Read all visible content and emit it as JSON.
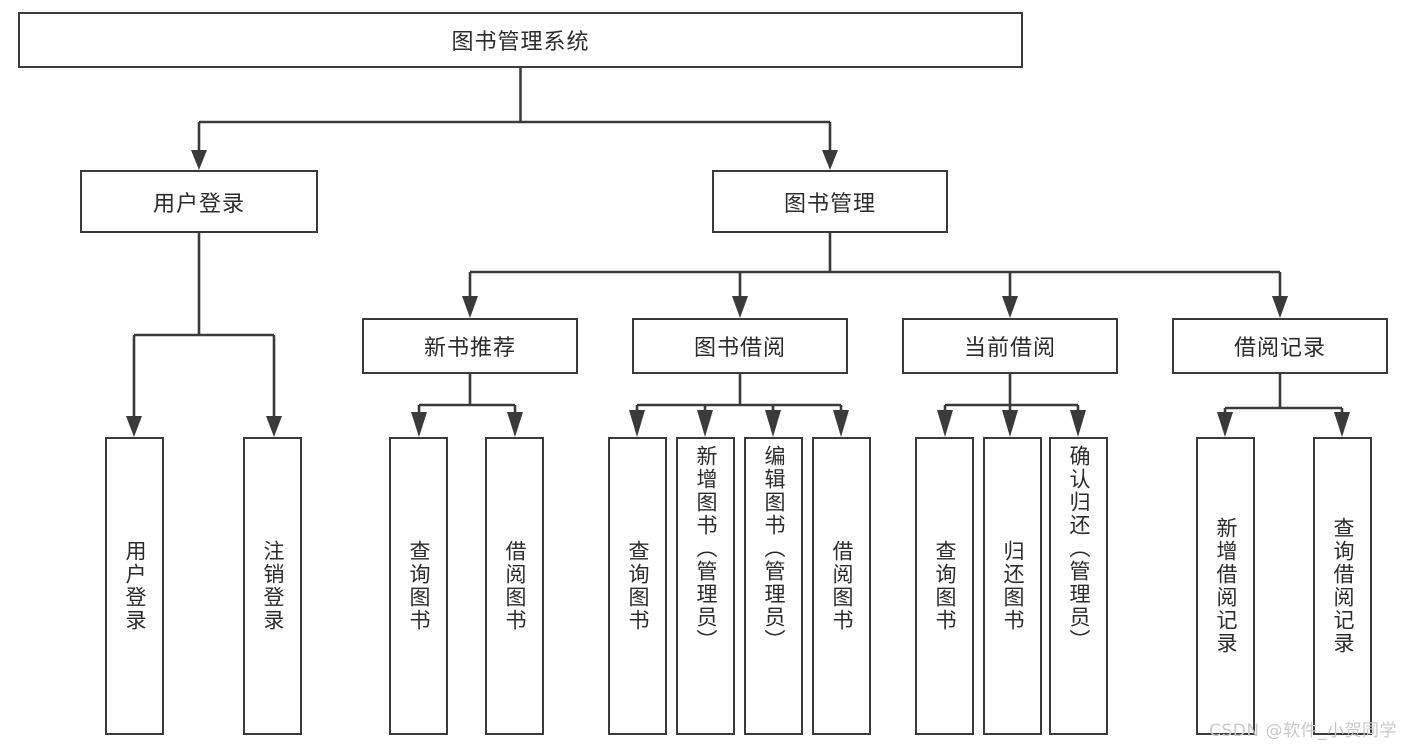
{
  "diagram": {
    "type": "tree-hierarchy-flowchart",
    "root": {
      "id": "root",
      "label": "图书管理系统"
    },
    "level1": [
      {
        "id": "user-login",
        "label": "用户登录"
      },
      {
        "id": "book-management",
        "label": "图书管理"
      }
    ],
    "level2": [
      {
        "id": "new-book-recommend",
        "label": "新书推荐",
        "parent": "book-management"
      },
      {
        "id": "book-borrow",
        "label": "图书借阅",
        "parent": "book-management"
      },
      {
        "id": "current-borrow",
        "label": "当前借阅",
        "parent": "book-management"
      },
      {
        "id": "borrow-record",
        "label": "借阅记录",
        "parent": "book-management"
      }
    ],
    "leaves": {
      "user-login": [
        {
          "id": "leaf-user-login",
          "label": "用户登录"
        },
        {
          "id": "leaf-logout",
          "label": "注销登录"
        }
      ],
      "new-book-recommend": [
        {
          "id": "leaf-query-book-1",
          "label": "查询图书"
        },
        {
          "id": "leaf-borrow-book-1",
          "label": "借阅图书"
        }
      ],
      "book-borrow": [
        {
          "id": "leaf-query-book-2",
          "label": "查询图书"
        },
        {
          "id": "leaf-add-book",
          "label": "新增图书（管理员）"
        },
        {
          "id": "leaf-edit-book",
          "label": "编辑图书（管理员）"
        },
        {
          "id": "leaf-borrow-book-2",
          "label": "借阅图书"
        }
      ],
      "current-borrow": [
        {
          "id": "leaf-query-book-3",
          "label": "查询图书"
        },
        {
          "id": "leaf-return-book",
          "label": "归还图书"
        },
        {
          "id": "leaf-confirm-return",
          "label": "确认归还（管理员）"
        }
      ],
      "borrow-record": [
        {
          "id": "leaf-add-record",
          "label": "新增借阅记录"
        },
        {
          "id": "leaf-query-record",
          "label": "查询借阅记录"
        }
      ]
    },
    "colors": {
      "stroke": "#3a3a3a",
      "fill": "#ffffff",
      "text": "#2b2b2b",
      "watermark": "#c9c9c9",
      "background": "#ffffff"
    }
  },
  "watermark": {
    "text": "CSDN @软件_小贺同学"
  }
}
